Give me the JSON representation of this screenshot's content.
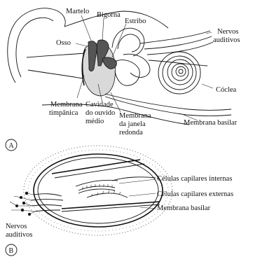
{
  "panel_a": {
    "marker": "A",
    "labels": {
      "martelo": "Martelo",
      "bigorna": "Bigorna",
      "estribo": "Estribo",
      "osso": "Osso",
      "nervos_1": "Nervos",
      "nervos_2": "auditivos",
      "coclea": "Cóclea",
      "membrana_basilar": "Membrana basilar",
      "timpanica_1": "Membrana",
      "timpanica_2": "timpânica",
      "cavidade_1": "Cavidade",
      "cavidade_2": "do ouvido",
      "cavidade_3": "médio",
      "janela_1": "Membrana",
      "janela_2": "da janela",
      "janela_3": "redonda"
    }
  },
  "panel_b": {
    "marker": "B",
    "labels": {
      "celulas_internas": "Células capilares internas",
      "celulas_externas": "Células capilares externas",
      "membrana_basilar": "Membrana basilar",
      "nervos_1": "Nervos",
      "nervos_2": "auditivos"
    }
  }
}
